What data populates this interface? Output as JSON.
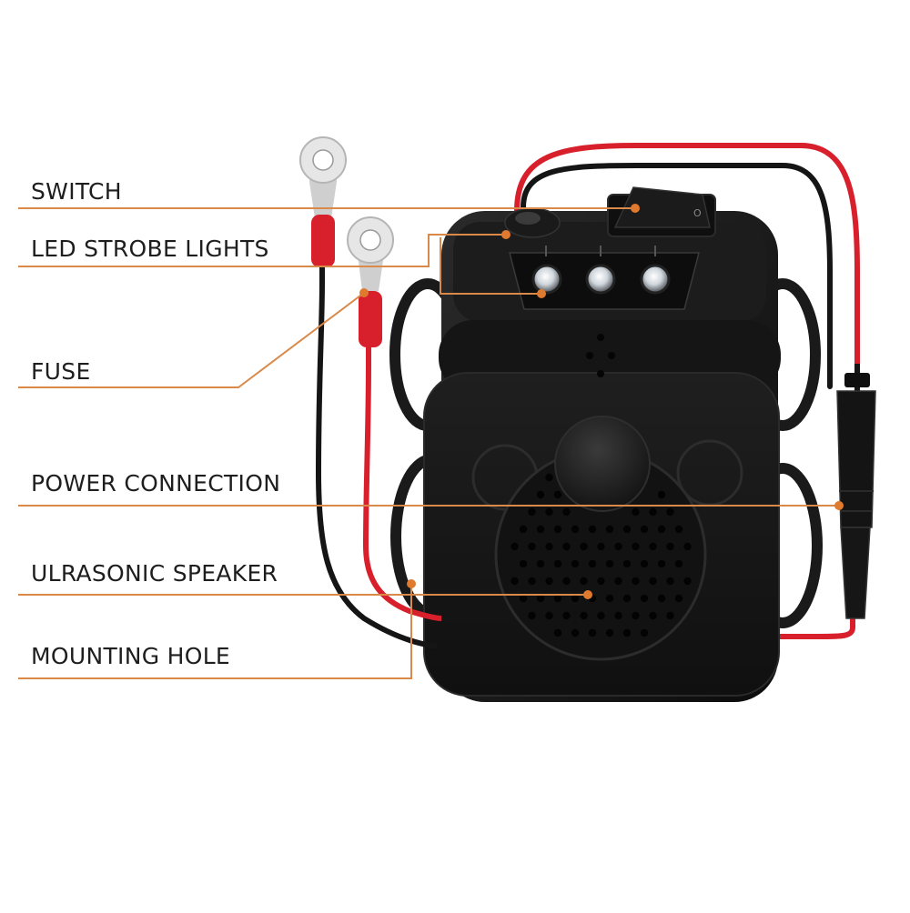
{
  "diagram": {
    "callouts": [
      {
        "id": "switch",
        "label": "SWITCH"
      },
      {
        "id": "led",
        "label": "LED STROBE LIGHTS"
      },
      {
        "id": "fuse",
        "label": "FUSE"
      },
      {
        "id": "power",
        "label": "POWER CONNECTION"
      },
      {
        "id": "speaker",
        "label": "ULRASONIC SPEAKER"
      },
      {
        "id": "hole",
        "label": "MOUNTING HOLE"
      }
    ]
  },
  "colors": {
    "leader_line": "#d98a4a",
    "leader_dot": "#e07a2e",
    "device_body": "#171717",
    "wire_red": "#d8202c",
    "wire_black": "#151515",
    "background": "#ffffff",
    "label_text": "#1e1e1e"
  }
}
